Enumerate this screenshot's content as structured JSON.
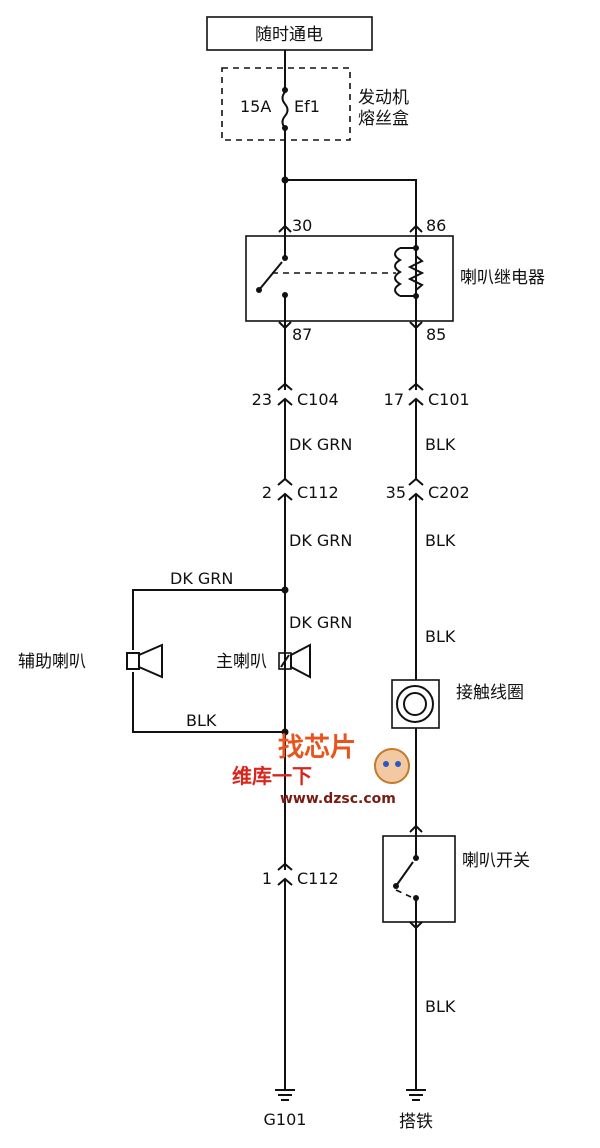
{
  "power": {
    "label": "随时通电"
  },
  "fuse": {
    "rating": "15A",
    "id": "Ef1",
    "box_line1": "发动机",
    "box_line2": "熔丝盒"
  },
  "relay": {
    "name": "喇叭继电器",
    "pin_30": "30",
    "pin_86": "86",
    "pin_87": "87",
    "pin_85": "85"
  },
  "connectors": {
    "left_c104_pin": "23",
    "left_c104": "C104",
    "left_c112_pin": "2",
    "left_c112": "C112",
    "right_c101_pin": "17",
    "right_c101": "C101",
    "right_c202_pin": "35",
    "right_c202": "C202",
    "bottom_c112_pin": "1",
    "bottom_c112": "C112"
  },
  "wires": {
    "left_1": "DK GRN",
    "left_2": "DK GRN",
    "left_3": "DK GRN",
    "aux_top": "DK GRN",
    "aux_bottom": "BLK",
    "right_1": "BLK",
    "right_2": "BLK",
    "right_3": "BLK",
    "right_4": "BLK"
  },
  "horns": {
    "aux": "辅助喇叭",
    "main": "主喇叭"
  },
  "clockspring": {
    "label": "接触线圈"
  },
  "horn_switch": {
    "label": "喇叭开关"
  },
  "grounds": {
    "left": "G101",
    "right": "搭铁"
  },
  "watermark": {
    "line1": "找芯片",
    "line2": "维库一下",
    "url": "www.dzsc.com"
  }
}
